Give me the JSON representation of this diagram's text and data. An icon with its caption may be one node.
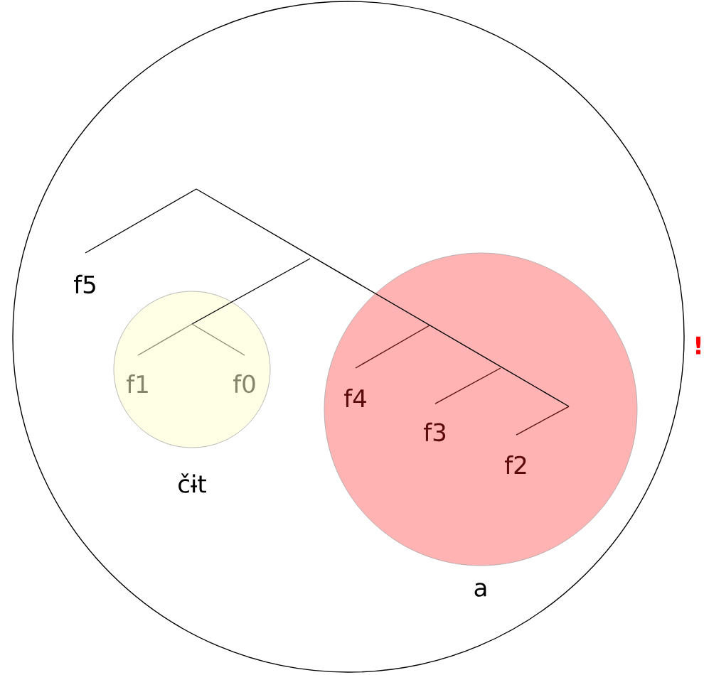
{
  "diagram": {
    "nodes": [
      {
        "text": [],
        "shape": "circle"
      },
      {
        "text": [
          "f5"
        ],
        "in": 0
      },
      {
        "text": [
          "čɨt"
        ],
        "in": 0
      },
      {
        "text": [
          "f1"
        ],
        "in": 2
      },
      {
        "text": [
          "f0"
        ],
        "in": 2
      },
      {
        "text": [
          "a"
        ],
        "in": 0
      },
      {
        "text": [
          "f4"
        ],
        "in": 5
      },
      {
        "text": [
          "f3"
        ],
        "in": 5
      },
      {
        "text": [
          "f2"
        ],
        "in": 5
      }
    ],
    "labels": [
      "!"
    ]
  }
}
